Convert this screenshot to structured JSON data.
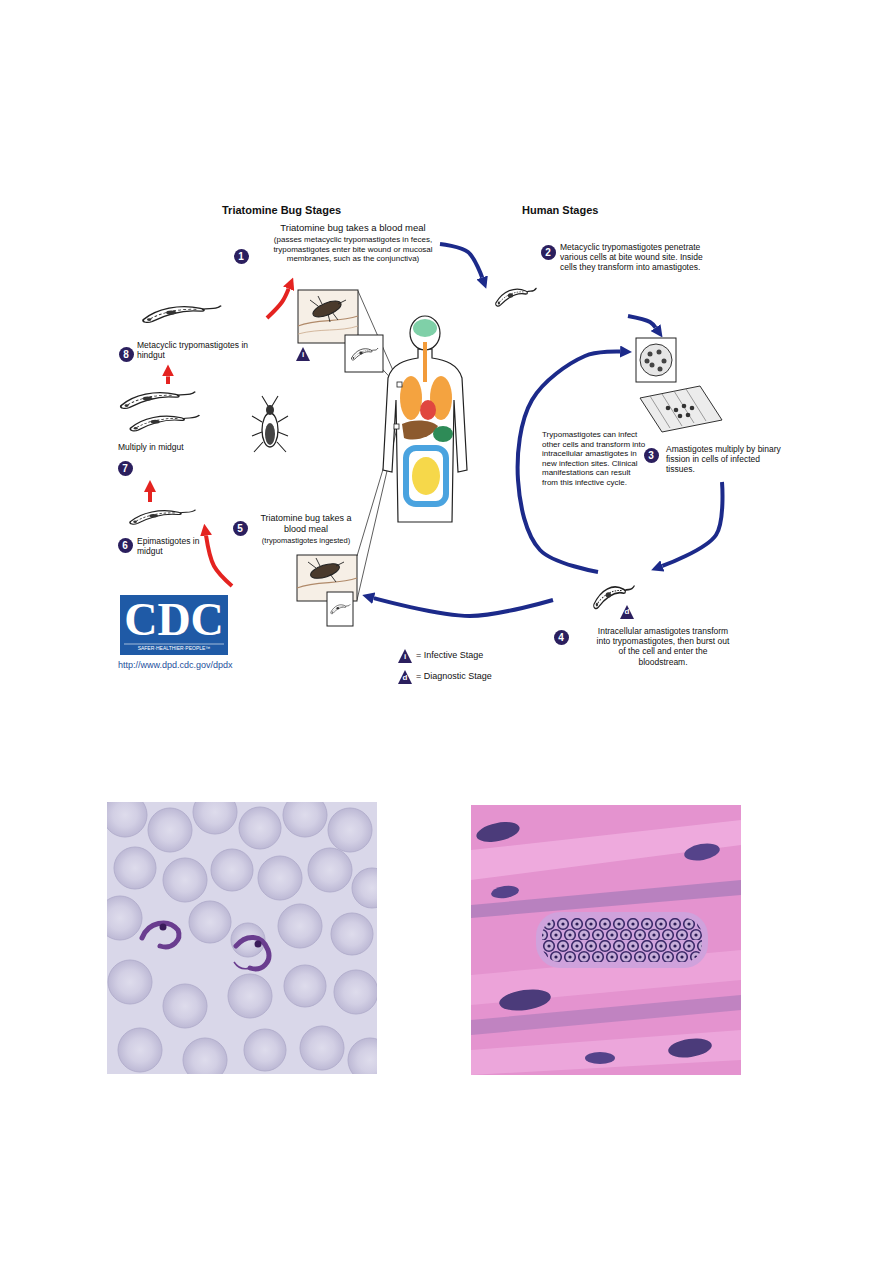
{
  "diagram": {
    "nodes": [
      {
        "text": [
          "1",
          "Triatomine bug takes a blood meal",
          "(passes metacyclic trypomastigotes in feces, trypomastigotes enter bite wound or mucosal membranes, such as the conjunctiva)"
        ]
      },
      {
        "text": [
          "2",
          "Metacyclic trypomastigotes penetrate various cells at bite wound site. Inside cells they transform into amastigotes."
        ]
      },
      {
        "text": [
          "3",
          "Amastigotes multiply by binary fission in cells of infected tissues."
        ]
      },
      {
        "text": [
          "4",
          "Intracellular amastigotes transform into trypomastigotes, then burst out of the cell and enter the bloodstream."
        ]
      },
      {
        "text": [
          "5",
          "Triatomine bug takes a blood meal",
          "(trypomastigotes ingested)"
        ]
      },
      {
        "text": [
          "6",
          "Epimastigotes in midgut"
        ]
      },
      {
        "text": [
          "7",
          "Multiply in midgut"
        ]
      },
      {
        "text": [
          "8",
          "Metacyclic trypomastigotes in hindgut"
        ]
      }
    ],
    "edges": [
      {
        "from": 0,
        "to": 1,
        "arrow": "to"
      },
      {
        "from": 1,
        "to": 2,
        "arrow": "to"
      },
      {
        "from": 2,
        "to": 3,
        "arrow": "to"
      },
      {
        "from": 3,
        "to": 2,
        "arrow": "to"
      },
      {
        "from": 3,
        "to": 4,
        "arrow": "to"
      },
      {
        "from": 4,
        "to": 5,
        "arrow": "to"
      },
      {
        "from": 5,
        "to": 6,
        "arrow": "to"
      },
      {
        "from": 6,
        "to": 7,
        "arrow": "to"
      },
      {
        "from": 7,
        "to": 0,
        "arrow": "to"
      }
    ],
    "labels": [
      "Triatomine Bug Stages",
      "Human Stages",
      "i",
      "Trypomastigotes can infect other cells and transform into intracellular amastigotes in new infection sites. Clinical manifestations can result from this infective cycle.",
      "d",
      "i",
      "d",
      "CDC",
      "SAFER·HEALTHIER·PEOPLE™",
      "http://www.dpd.cdc.gov/dpdx"
    ],
    "legend": [
      {
        "text": "= Infective Stage"
      },
      {
        "text": "= Diagnostic Stage"
      }
    ]
  }
}
